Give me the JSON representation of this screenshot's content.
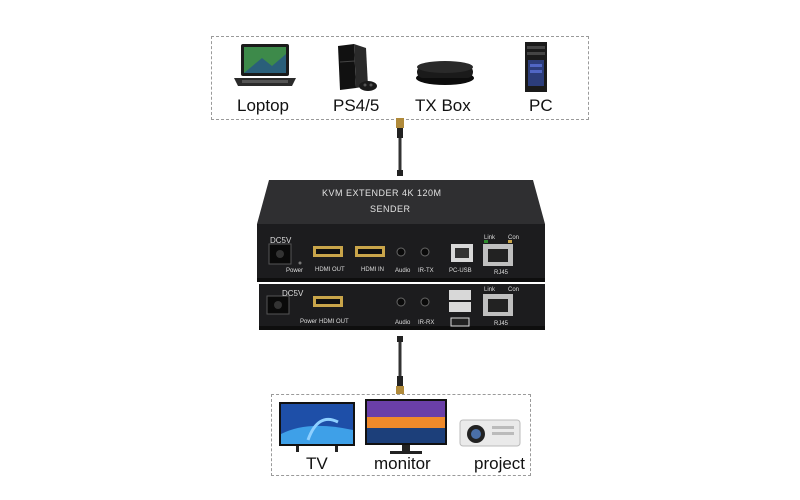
{
  "sources": [
    {
      "label": "Loptop",
      "icon": "laptop-icon"
    },
    {
      "label": "PS4/5",
      "icon": "game-console-icon"
    },
    {
      "label": "TX Box",
      "icon": "tv-box-icon"
    },
    {
      "label": "PC",
      "icon": "pc-tower-icon"
    }
  ],
  "displays": [
    {
      "label": "TV",
      "icon": "tv-icon"
    },
    {
      "label": "monitor",
      "icon": "monitor-icon"
    },
    {
      "label": "project",
      "icon": "projector-icon"
    }
  ],
  "sender": {
    "title": "KVM EXTENDER 4K 120M",
    "subtitle": "SENDER",
    "ports": {
      "dc": "DC5V",
      "power": "Power",
      "hdmi_out": "HDMI OUT",
      "hdmi_in": "HDMI IN",
      "audio": "Audio",
      "ir": "IR-TX",
      "usb": "PC-USB",
      "link": "Link",
      "con": "Con",
      "rj45": "RJ45"
    }
  },
  "receiver": {
    "ports": {
      "dc": "DC5V",
      "power": "Power",
      "hdmi_out": "HDMI OUT",
      "audio": "Audio",
      "ir": "IR-RX",
      "link": "Link",
      "con": "Con",
      "rj45": "RJ45"
    }
  }
}
